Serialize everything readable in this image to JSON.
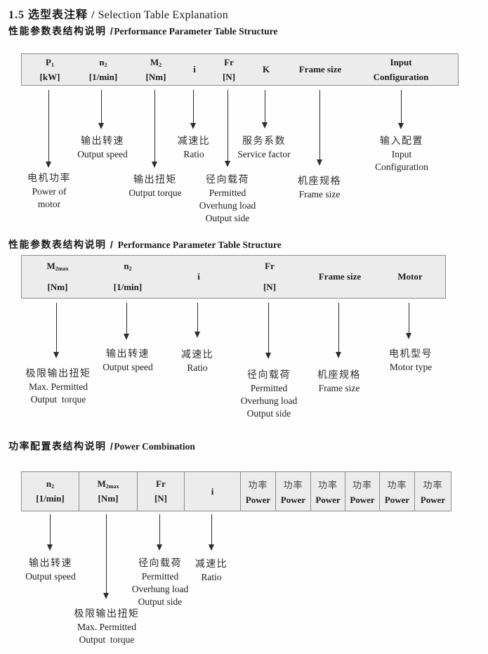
{
  "title": {
    "zh": "1.5 选型表注释 /",
    "en": " Selection Table Explanation"
  },
  "section1": {
    "heading_zh": "性能参数表结构说明 /",
    "heading_en": "Performance Parameter Table Structure",
    "table": {
      "col_p1": {
        "sym": "P",
        "sub": "1",
        "unit": "[kW]"
      },
      "col_n2": {
        "sym": "n",
        "sub": "2",
        "unit": "[1/min]"
      },
      "col_m2": {
        "sym": "M",
        "sub": "2",
        "unit": "[Nm]"
      },
      "col_i": {
        "sym": "i"
      },
      "col_fr": {
        "sym": "Fr",
        "unit": "[N]"
      },
      "col_k": {
        "sym": "K"
      },
      "col_frame": {
        "sym": "Frame size"
      },
      "col_input": {
        "line1": "Input",
        "line2": "Configuration"
      }
    },
    "labels": {
      "power_of_motor": {
        "zh": "电机功率",
        "en1": "Power of",
        "en2": "motor"
      },
      "output_speed": {
        "zh": "输出转速",
        "en": "Output speed"
      },
      "output_torque": {
        "zh": "输出扭矩",
        "en": "Output torque"
      },
      "ratio": {
        "zh": "减速比",
        "en": "Ratio"
      },
      "overhung_load": {
        "zh": "径向载荷",
        "en1": "Permitted",
        "en2": "Overhung load",
        "en3": "Output side"
      },
      "service_factor": {
        "zh": "服务系数",
        "en": "Service factor"
      },
      "frame_size": {
        "zh": "机座规格",
        "en": "Frame size"
      },
      "input_config": {
        "zh": "输入配置",
        "en1": "Input",
        "en2": "Configuration"
      }
    }
  },
  "section2": {
    "heading_zh": "性能参数表结构说明 / ",
    "heading_en": "Performance Parameter Table Structure",
    "table": {
      "col_m2max": {
        "sym": "M",
        "sub": "2max",
        "unit": "[Nm]"
      },
      "col_n2": {
        "sym": "n",
        "sub": "2",
        "unit": "[1/min]"
      },
      "col_i": {
        "sym": "i"
      },
      "col_fr": {
        "sym": "Fr",
        "unit": "[N]"
      },
      "col_frame": {
        "sym": "Frame size"
      },
      "col_motor": {
        "sym": "Motor"
      }
    },
    "labels": {
      "max_torque": {
        "zh": "极限输出扭矩",
        "en1": "Max. Permitted",
        "en2": "Output  torque"
      },
      "output_speed": {
        "zh": "输出转速",
        "en": "Output speed"
      },
      "ratio": {
        "zh": "减速比",
        "en": "Ratio"
      },
      "overhung_load": {
        "zh": "径向载荷",
        "en1": "Permitted",
        "en2": "Overhung load",
        "en3": "Output side"
      },
      "frame_size": {
        "zh": "机座规格",
        "en": "Frame size"
      },
      "motor_type": {
        "zh": "电机型号",
        "en": "Motor type"
      }
    }
  },
  "section3": {
    "heading_zh": "功率配置表结构说明 /",
    "heading_en": "Power Combination",
    "table": {
      "col_n2": {
        "sym": "n",
        "sub": "2",
        "unit": "[1/min]"
      },
      "col_m2max": {
        "sym": "M",
        "sub": "2max",
        "unit": "[Nm]"
      },
      "col_fr": {
        "sym": "Fr",
        "unit": "[N]"
      },
      "col_i": {
        "sym": "i"
      },
      "col_power": {
        "zh": "功率",
        "en": "Power"
      },
      "power_column_count": 6
    },
    "labels": {
      "output_speed": {
        "zh": "输出转速",
        "en": "Output speed"
      },
      "max_torque": {
        "zh": "极限输出扭矩",
        "en1": "Max. Permitted",
        "en2": "Output  torque"
      },
      "overhung_load": {
        "zh": "径向载荷",
        "en1": "Permitted",
        "en2": "Overhung load",
        "en3": "Output side"
      },
      "ratio": {
        "zh": "减速比",
        "en": "Ratio"
      }
    }
  }
}
